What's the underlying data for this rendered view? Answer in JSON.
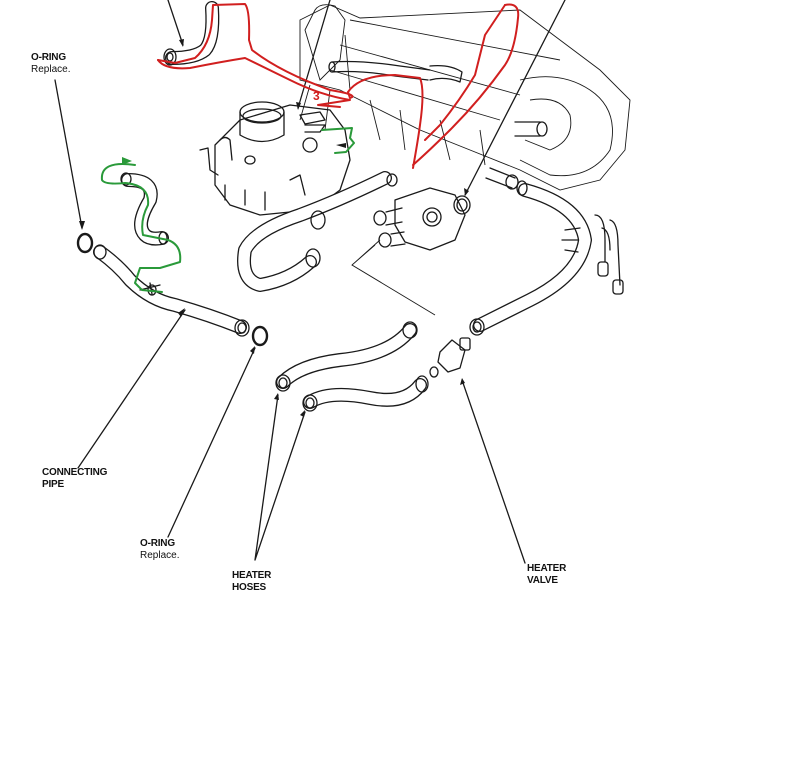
{
  "diagram": {
    "subject": "Engine coolant / heater hose routing",
    "labels": {
      "oring_top": {
        "title": "O-RING",
        "note": "Replace."
      },
      "connecting_pipe": {
        "line1": "CONNECTING",
        "line2": "PIPE"
      },
      "oring_bottom": {
        "title": "O-RING",
        "note": "Replace."
      },
      "heater_hoses": {
        "line1": "HEATER",
        "line2": "HOSES"
      },
      "heater_valve": {
        "line1": "HEATER",
        "line2": "VALVE"
      }
    },
    "annotations": {
      "red_marker_text": "3",
      "red_color": "#d11f1f",
      "green_color": "#2a9a3a"
    }
  }
}
